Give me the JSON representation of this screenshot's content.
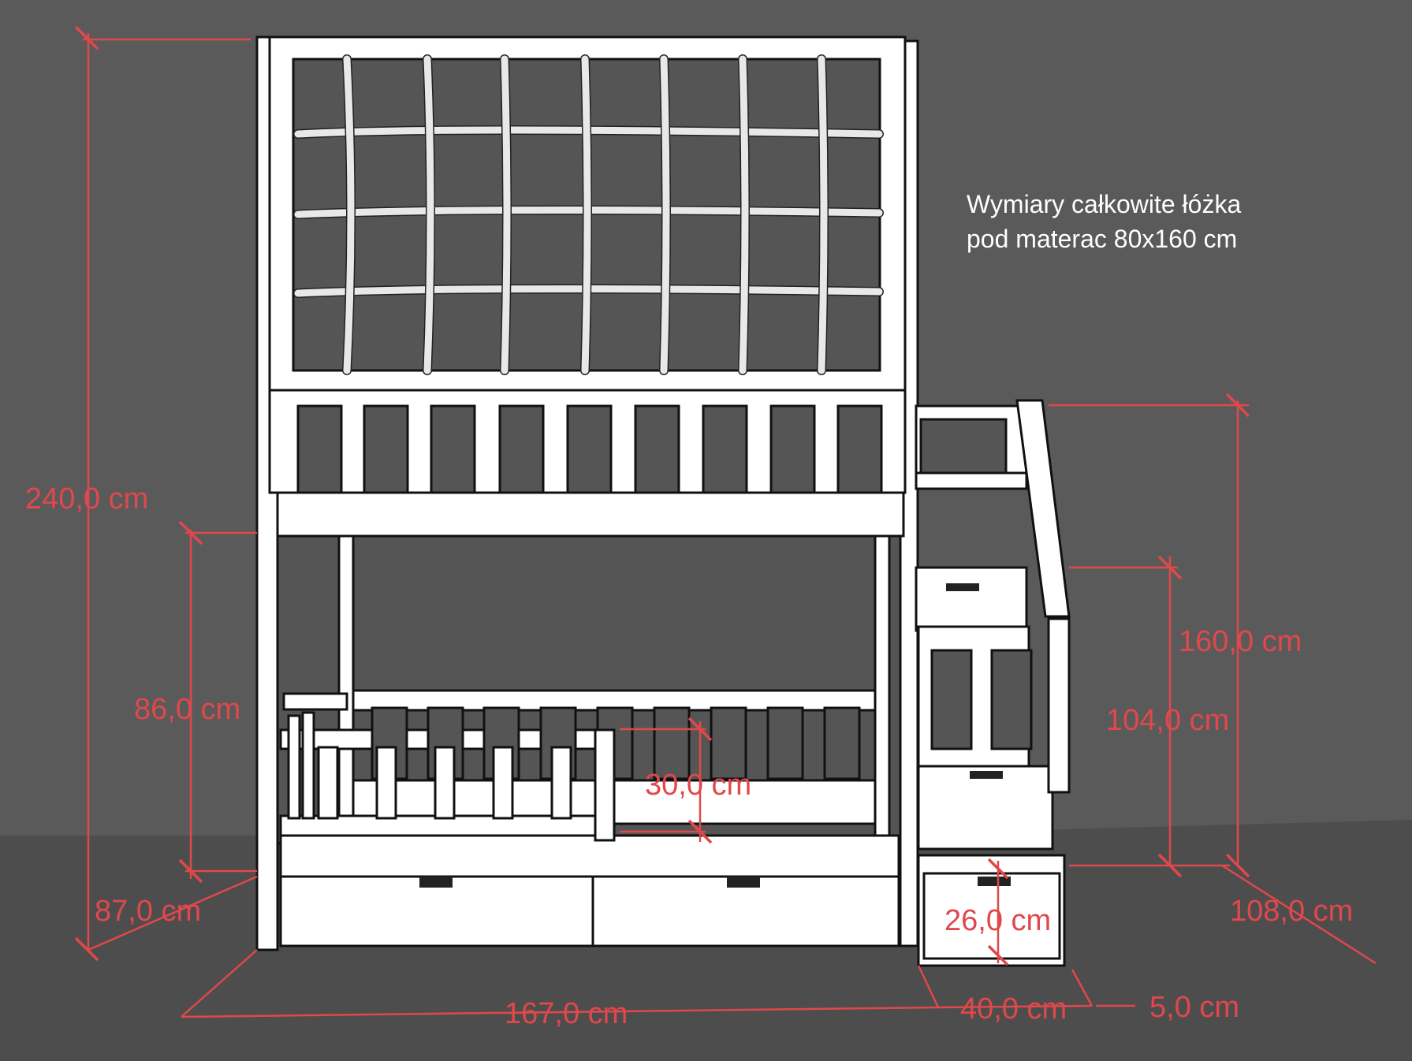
{
  "note": {
    "line1": "Wymiary całkowite łóżka",
    "line2": "pod materac 80x160 cm"
  },
  "dimensions": {
    "total_height": "240,0 cm",
    "lower_bed_clearance": "86,0 cm",
    "lower_bed_depth": "87,0 cm",
    "length": "167,0 cm",
    "stairs_width": "40,0 cm",
    "stairs_offset": "5,0 cm",
    "stairs_depth": "108,0 cm",
    "upper_height": "160,0 cm",
    "stairs_height": "104,0 cm",
    "rail_height": "30,0 cm",
    "step_height": "26,0 cm"
  },
  "colors": {
    "background": "#5a5a5a",
    "floor": "#4a4a4a",
    "dimension_red": "#e0484b",
    "wood_white": "#ffffff",
    "outline": "#111111"
  }
}
